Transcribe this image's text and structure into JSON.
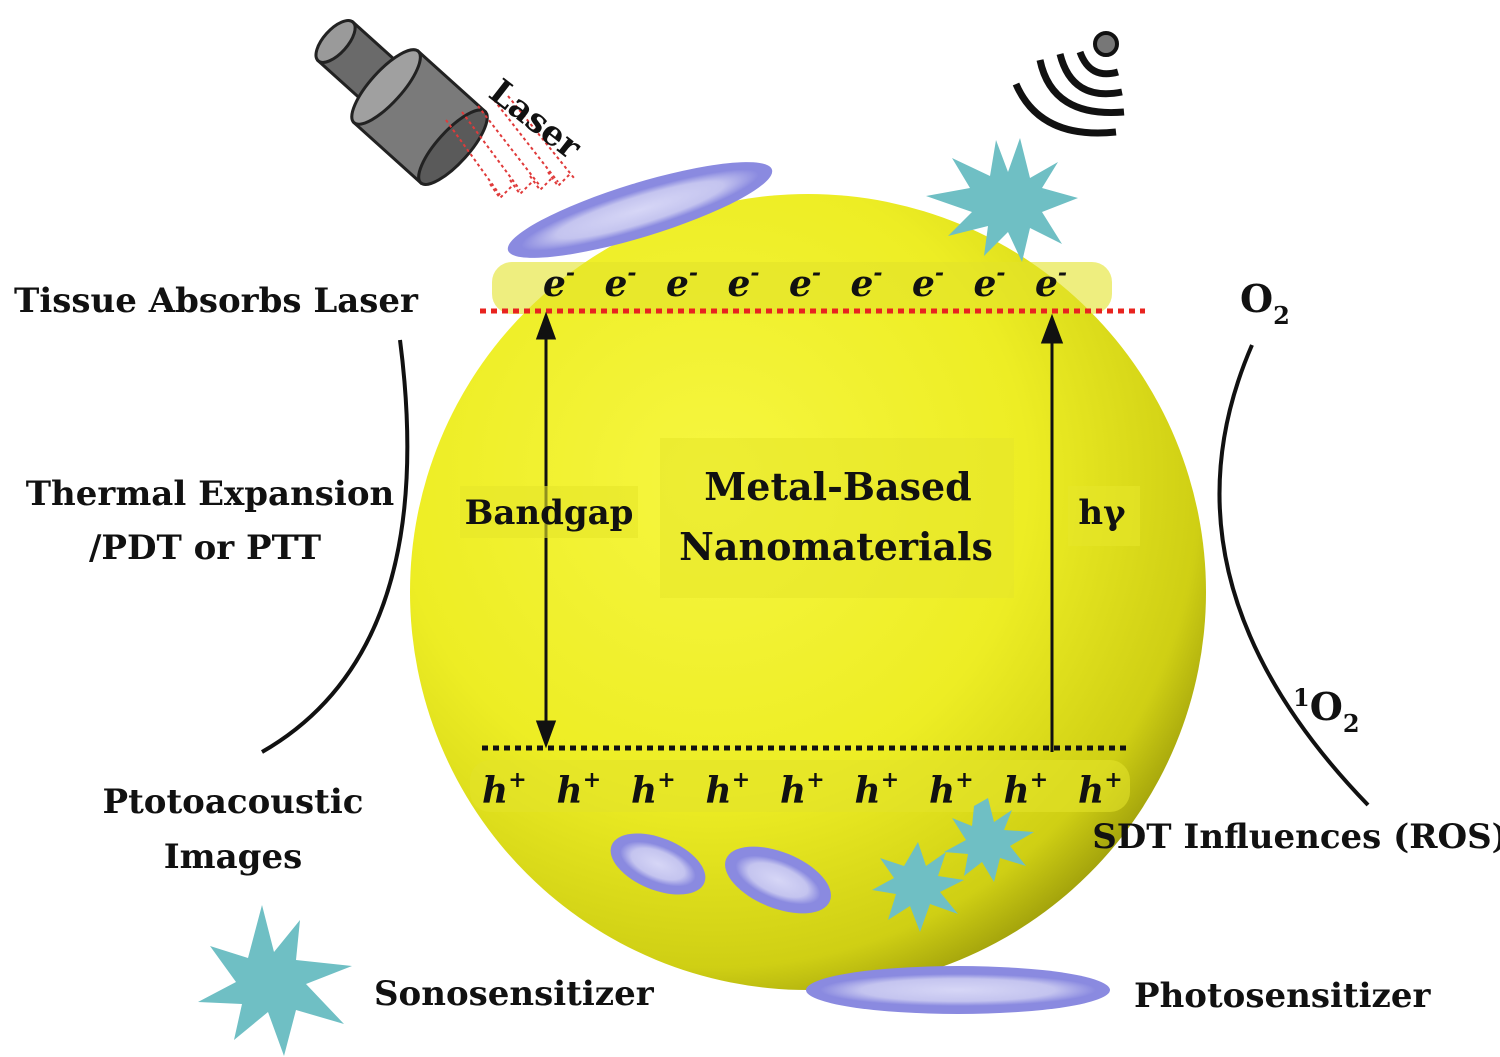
{
  "labels": {
    "laser": "Laser",
    "tissue_absorbs": "Tissue Absorbs Laser",
    "thermal_line1": "Thermal Expansion",
    "thermal_line2": "/PDT or PTT",
    "photoacoustic_line1": "Ptotoacoustic",
    "photoacoustic_line2": "Images",
    "center_line1": "Metal-Based",
    "center_line2": "Nanomaterials",
    "bandgap": "Bandgap",
    "photon": "hγ",
    "o2": "O",
    "o2_sub": "2",
    "singlet_sup": "1",
    "singlet_o": "O",
    "singlet_sub": "2",
    "sdt": "SDT Influences (ROS)"
  },
  "carriers": {
    "electron": "e",
    "electron_charge": "-",
    "hole": "h",
    "hole_charge": "+",
    "electron_count": 9,
    "hole_count": 9
  },
  "legend": {
    "sonosensitizer": "Sonosensitizer",
    "photosensitizer": "Photosensitizer"
  },
  "colors": {
    "sphere_light": "#f4f43a",
    "sphere_dark": "#9a9a0c",
    "conduction_band": "#e8231f",
    "valence_band": "#111111",
    "sonosensitizer": "#6fbfc4",
    "photosensitizer_fill": "#c9c9f0",
    "photosensitizer_edge": "#7f7fd8",
    "laser_beam": "#e03a3a"
  },
  "icons": [
    "laser-device-icon",
    "ultrasound-icon",
    "sonosensitizer-icon",
    "photosensitizer-icon"
  ]
}
